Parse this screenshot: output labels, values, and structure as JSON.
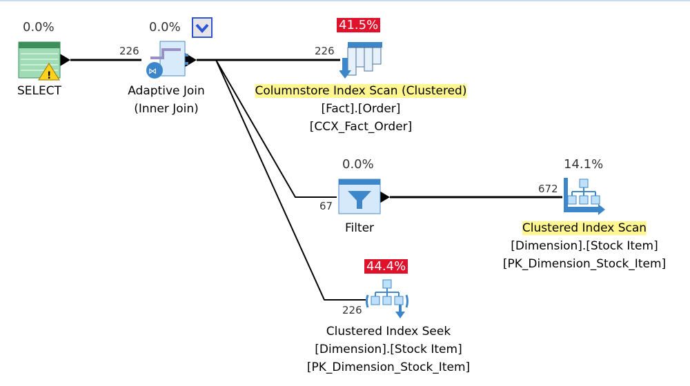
{
  "plan": {
    "nodes": [
      {
        "id": "select",
        "name": "SELECT",
        "cost": "0.0%",
        "warning": true,
        "lines": [
          "SELECT"
        ],
        "icon": "select-icon"
      },
      {
        "id": "adaptive-join",
        "cost": "0.0%",
        "lines": [
          "Adaptive Join",
          "(Inner Join)"
        ],
        "icon": "adaptive-join-icon",
        "expander": "chevron-down-icon"
      },
      {
        "id": "columnstore-scan",
        "cost": "41.5%",
        "high_cost": true,
        "lines": [
          "Columnstore Index Scan (Clustered)",
          "[Fact].[Order]",
          "[CCX_Fact_Order]"
        ],
        "icon": "columnstore-index-scan-icon"
      },
      {
        "id": "filter",
        "cost": "0.0%",
        "lines": [
          "Filter"
        ],
        "icon": "filter-icon"
      },
      {
        "id": "clustered-scan",
        "cost": "14.1%",
        "lines": [
          "Clustered Index Scan",
          "[Dimension].[Stock Item]",
          "[PK_Dimension_Stock_Item]"
        ],
        "icon": "clustered-index-scan-icon"
      },
      {
        "id": "clustered-seek",
        "cost": "44.4%",
        "high_cost": true,
        "lines": [
          "Clustered Index Seek",
          "[Dimension].[Stock Item]",
          "[PK_Dimension_Stock_Item]"
        ],
        "icon": "clustered-index-seek-icon"
      }
    ],
    "edges": [
      {
        "from": "adaptive-join",
        "to": "select",
        "rows": "226"
      },
      {
        "from": "columnstore-scan",
        "to": "adaptive-join",
        "rows": "226"
      },
      {
        "from": "filter",
        "to": "adaptive-join",
        "rows": "67"
      },
      {
        "from": "clustered-scan",
        "to": "filter",
        "rows": "672"
      },
      {
        "from": "clustered-seek",
        "to": "adaptive-join",
        "rows": "226"
      }
    ],
    "colors": {
      "high_cost": "#e0112b",
      "highlight": "#fff68f",
      "expander_border": "#2f55d4"
    }
  }
}
